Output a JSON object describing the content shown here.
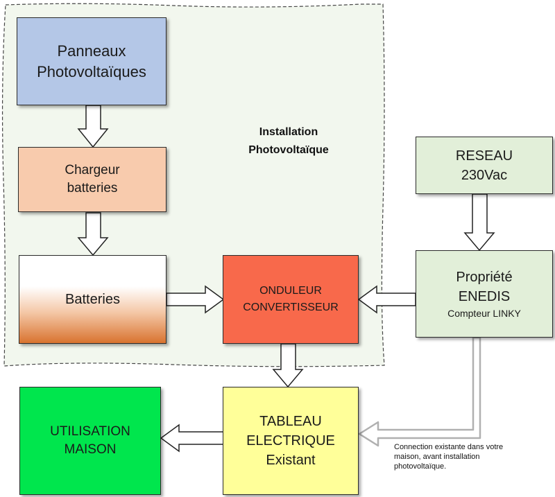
{
  "region": {
    "line1": "Installation",
    "line2": "Photovoltaïque"
  },
  "boxes": {
    "panneaux": {
      "line1": "Panneaux",
      "line2": "Photovoltaïques",
      "color": "#b4c7e7"
    },
    "chargeur": {
      "line1": "Chargeur",
      "line2": "batteries",
      "color": "#f8cbad"
    },
    "batteries": {
      "line1": "Batteries",
      "color_top": "#ffffff",
      "color_bottom": "#d9732f"
    },
    "onduleur": {
      "line1": "ONDULEUR",
      "line2": "CONVERTISSEUR",
      "color": "#f8694b"
    },
    "reseau": {
      "line1": "RESEAU",
      "line2": "230Vac",
      "color": "#e2efd9"
    },
    "enedis": {
      "line1": "Propriété",
      "line2": "ENEDIS",
      "line3": "Compteur LINKY",
      "color": "#e2efd9"
    },
    "tableau": {
      "line1": "TABLEAU",
      "line2": "ELECTRIQUE",
      "line3": "Existant",
      "color": "#ffff99"
    },
    "maison": {
      "line1": "UTILISATION",
      "line2": "MAISON",
      "color": "#00e64d"
    }
  },
  "note": {
    "line1": "Connection existante dans votre",
    "line2": "maison, avant installation",
    "line3": "photovoltaïque."
  }
}
